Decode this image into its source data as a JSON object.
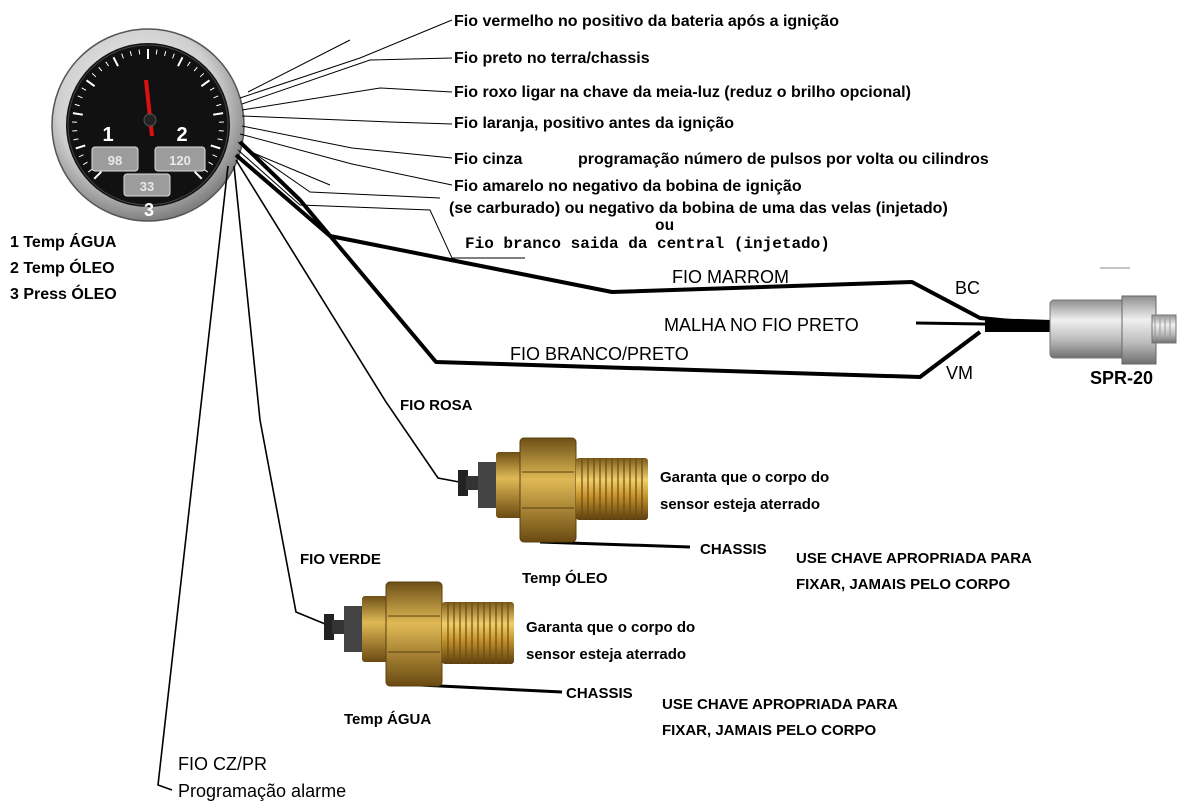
{
  "wire_labels": [
    "Fio vermelho no positivo da bateria  após a ignição",
    "Fio preto no terra/chassis",
    "Fio roxo ligar na chave da meia-luz (reduz o brilho opcional)",
    "Fio laranja, positivo antes da ignição",
    "Fio cinza",
    "programação número de pulsos por volta ou cilindros",
    "Fio amarelo no negativo da bobina de ignição",
    "(se carburado) ou negativo da bobina de uma das velas (injetado)",
    "ou",
    "Fio branco saida da central (injetado)"
  ],
  "legend": [
    "1 Temp ÁGUA",
    "2 Temp ÓLEO",
    "3 Press ÓLEO"
  ],
  "gauge": {
    "display_1": "98",
    "display_2": "120",
    "display_3": "33",
    "label_1": "1",
    "label_2": "2",
    "label_3": "3"
  },
  "spr": {
    "marrom": "FIO MARROM",
    "malha": "MALHA NO FIO PRETO",
    "branco_preto": "FIO BRANCO/PRETO",
    "bc": "BC",
    "vm": "VM",
    "name": "SPR-20"
  },
  "oil": {
    "wire": "FIO ROSA",
    "note_1": "Garanta que o corpo do",
    "note_2": "sensor esteja aterrado",
    "chassis": "CHASSIS",
    "warn_1": "USE CHAVE APROPRIADA PARA",
    "warn_2": "FIXAR, JAMAIS PELO CORPO",
    "name": "Temp ÓLEO"
  },
  "water": {
    "wire": "FIO VERDE",
    "note_1": "Garanta que o corpo do",
    "note_2": "sensor esteja aterrado",
    "chassis": "CHASSIS",
    "warn_1": "USE CHAVE APROPRIADA PARA",
    "warn_2": "FIXAR, JAMAIS PELO CORPO",
    "name": "Temp ÁGUA"
  },
  "alarm": {
    "wire": "FIO CZ/PR",
    "label": "Programação alarme"
  }
}
